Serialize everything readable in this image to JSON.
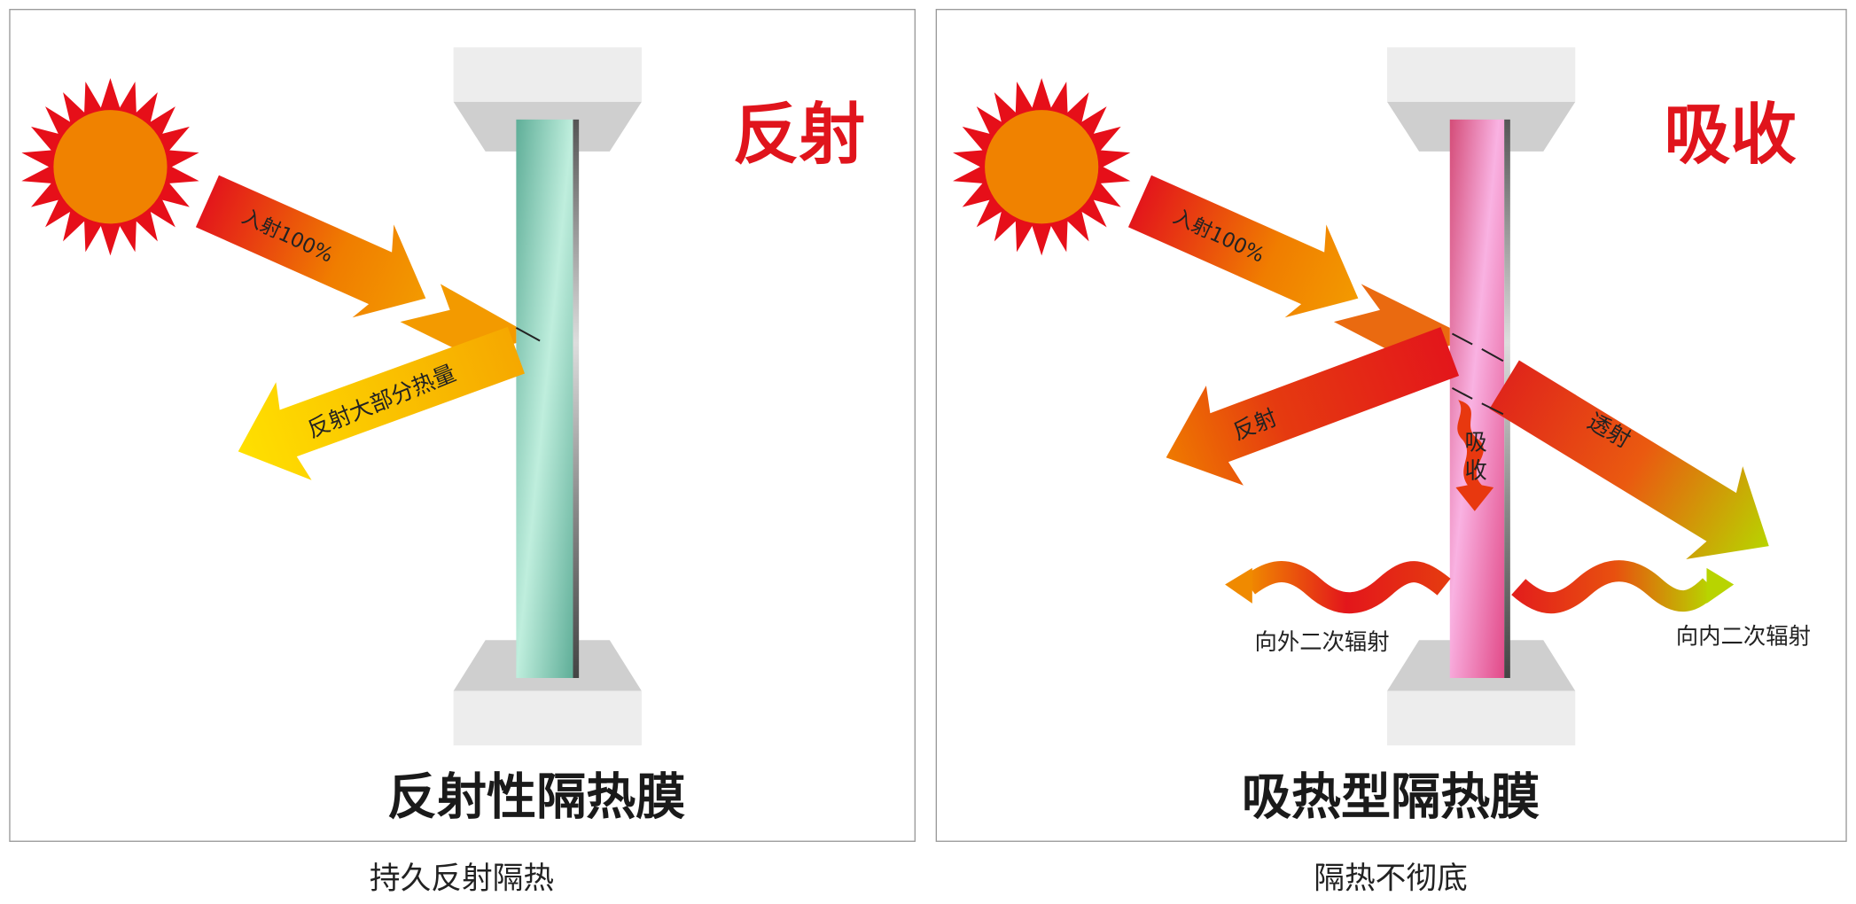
{
  "left_panel": {
    "corner_label": "反射",
    "incident_label": "入射100%",
    "reflect_label": "反射大部分热量",
    "title": "反射性隔热膜",
    "caption": "持久反射隔热"
  },
  "right_panel": {
    "corner_label": "吸收",
    "incident_label": "入射100%",
    "reflect_label": "反射",
    "transmit_label": "透射",
    "absorb_label_1": "吸",
    "absorb_label_2": "收",
    "outward_label": "向外二次辐射",
    "inward_label": "向内二次辐射",
    "title": "吸热型隔热膜",
    "caption": "隔热不彻底"
  },
  "colors": {
    "accent_red": "#e0141c",
    "sun": "#f08200",
    "glass_reflective": "#6fb8a4",
    "glass_absorptive": "#ee5a96"
  }
}
